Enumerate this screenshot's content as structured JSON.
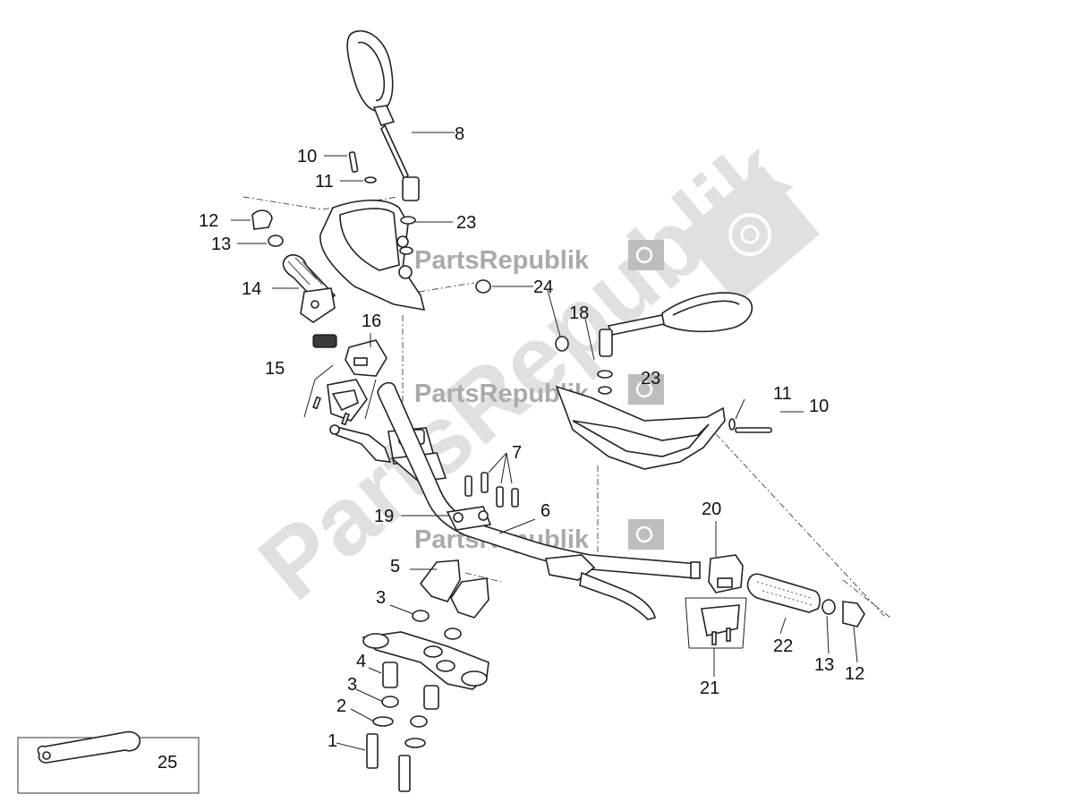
{
  "callouts": {
    "c1": "1",
    "c2": "2",
    "c3a": "3",
    "c3b": "3",
    "c4": "4",
    "c5": "5",
    "c6": "6",
    "c7": "7",
    "c8": "8",
    "c10a": "10",
    "c10b": "10",
    "c11a": "11",
    "c11b": "11",
    "c12a": "12",
    "c12b": "12",
    "c13a": "13",
    "c13b": "13",
    "c14": "14",
    "c15": "15",
    "c16": "16",
    "c18": "18",
    "c19": "19",
    "c20": "20",
    "c21": "21",
    "c22": "22",
    "c23a": "23",
    "c23b": "23",
    "c24": "24",
    "c25": "25"
  },
  "watermark": {
    "large_text": "PartsRepublik",
    "small_text": "PartsRepublik",
    "color": "#c8c8c8",
    "icon": "gear-icon"
  },
  "colors": {
    "line": "#222222",
    "part_fill": "#ffffff",
    "dark_fill": "#3a3a3a"
  }
}
